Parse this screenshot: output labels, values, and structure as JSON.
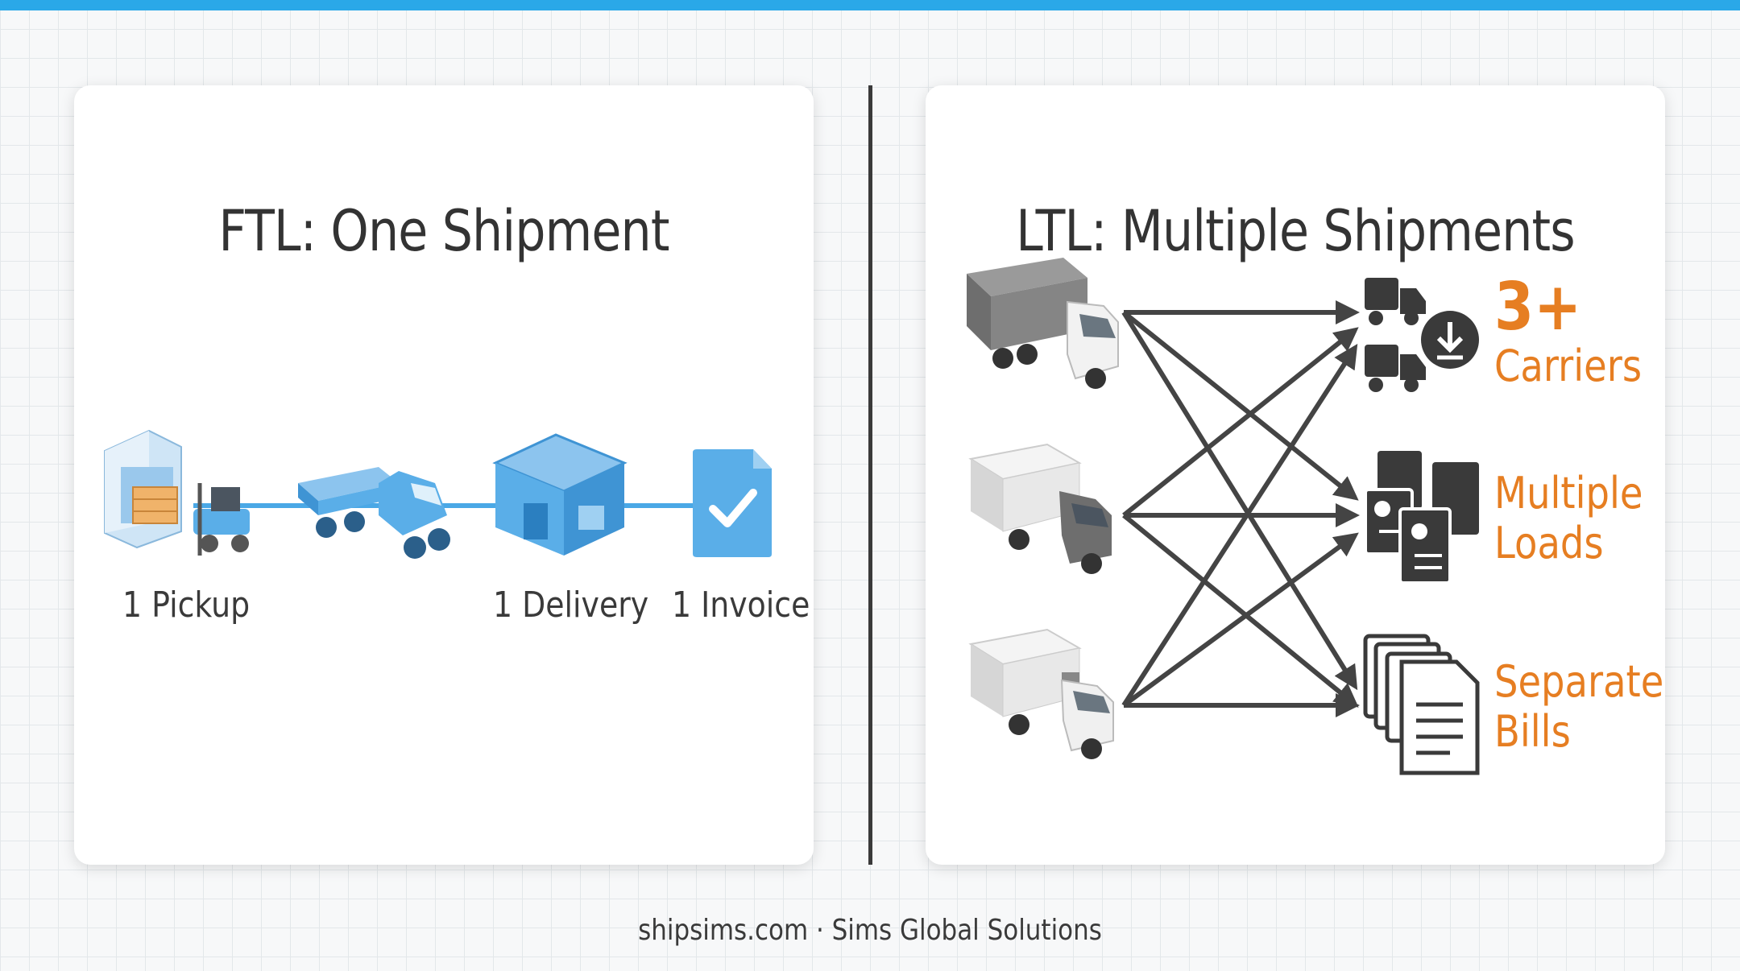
{
  "ftl": {
    "title": "FTL: One Shipment",
    "steps": [
      {
        "label": "1 Pickup",
        "icon": "warehouse-forklift-icon"
      },
      {
        "label": "",
        "icon": "flatbed-truck-icon"
      },
      {
        "label": "1 Delivery",
        "icon": "delivery-dock-icon"
      },
      {
        "label": "1 Invoice",
        "icon": "invoice-check-icon"
      }
    ],
    "color": "#5aaee8"
  },
  "ltl": {
    "title": "LTL: Multiple Shipments",
    "trucks": [
      "box-truck-icon",
      "box-truck-icon",
      "refrigerated-truck-icon"
    ],
    "outcomes": [
      {
        "big": "3+",
        "text": "Carriers",
        "icon": "carriers-icon"
      },
      {
        "line1": "Multiple",
        "line2": "Loads",
        "icon": "documents-gear-icon"
      },
      {
        "line1": "Separate",
        "line2": "Bills",
        "icon": "stacked-bills-icon"
      }
    ],
    "accent": "#e67e22"
  },
  "footer": "shipsims.com · Sims Global Solutions"
}
